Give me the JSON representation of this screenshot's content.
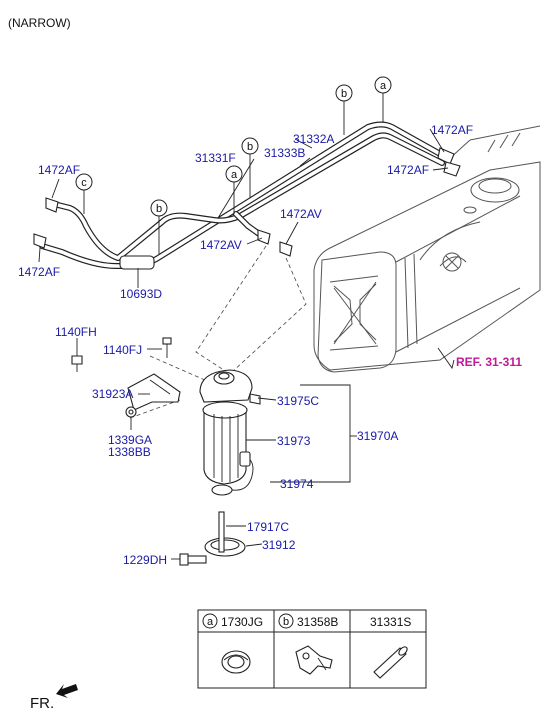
{
  "header": {
    "variant": "(NARROW)"
  },
  "reference": {
    "label": "REF. 31-311"
  },
  "parts": {
    "p1472AF_tr": "1472AF",
    "p1472AF_r": "1472AF",
    "p1472AF_tl": "1472AF",
    "p1472AF_l": "1472AF",
    "p1472AV_r": "1472AV",
    "p1472AV_m": "1472AV",
    "p31332A": "31332A",
    "p31333B": "31333B",
    "p31331F": "31331F",
    "p10693D": "10693D",
    "p1140FH": "1140FH",
    "p1140FJ": "1140FJ",
    "p31923A": "31923A",
    "p1339GA": "1339GA",
    "p1338BB": "1338BB",
    "p31975C": "31975C",
    "p31973": "31973",
    "p31970A": "31970A",
    "p31974": "31974",
    "p17917C": "17917C",
    "p31912": "31912",
    "p1229DH": "1229DH"
  },
  "callouts": {
    "a": "a",
    "b": "b",
    "c": "c"
  },
  "legend_table": {
    "columns": [
      {
        "key": "a",
        "part": "1730JG",
        "icon": "grommet-icon"
      },
      {
        "key": "b",
        "part": "31358B",
        "icon": "clip-icon"
      },
      {
        "key": "",
        "part": "31331S",
        "icon": "hose-icon"
      }
    ]
  },
  "direction": {
    "label": "FR.",
    "icon": "front-arrow-icon"
  }
}
